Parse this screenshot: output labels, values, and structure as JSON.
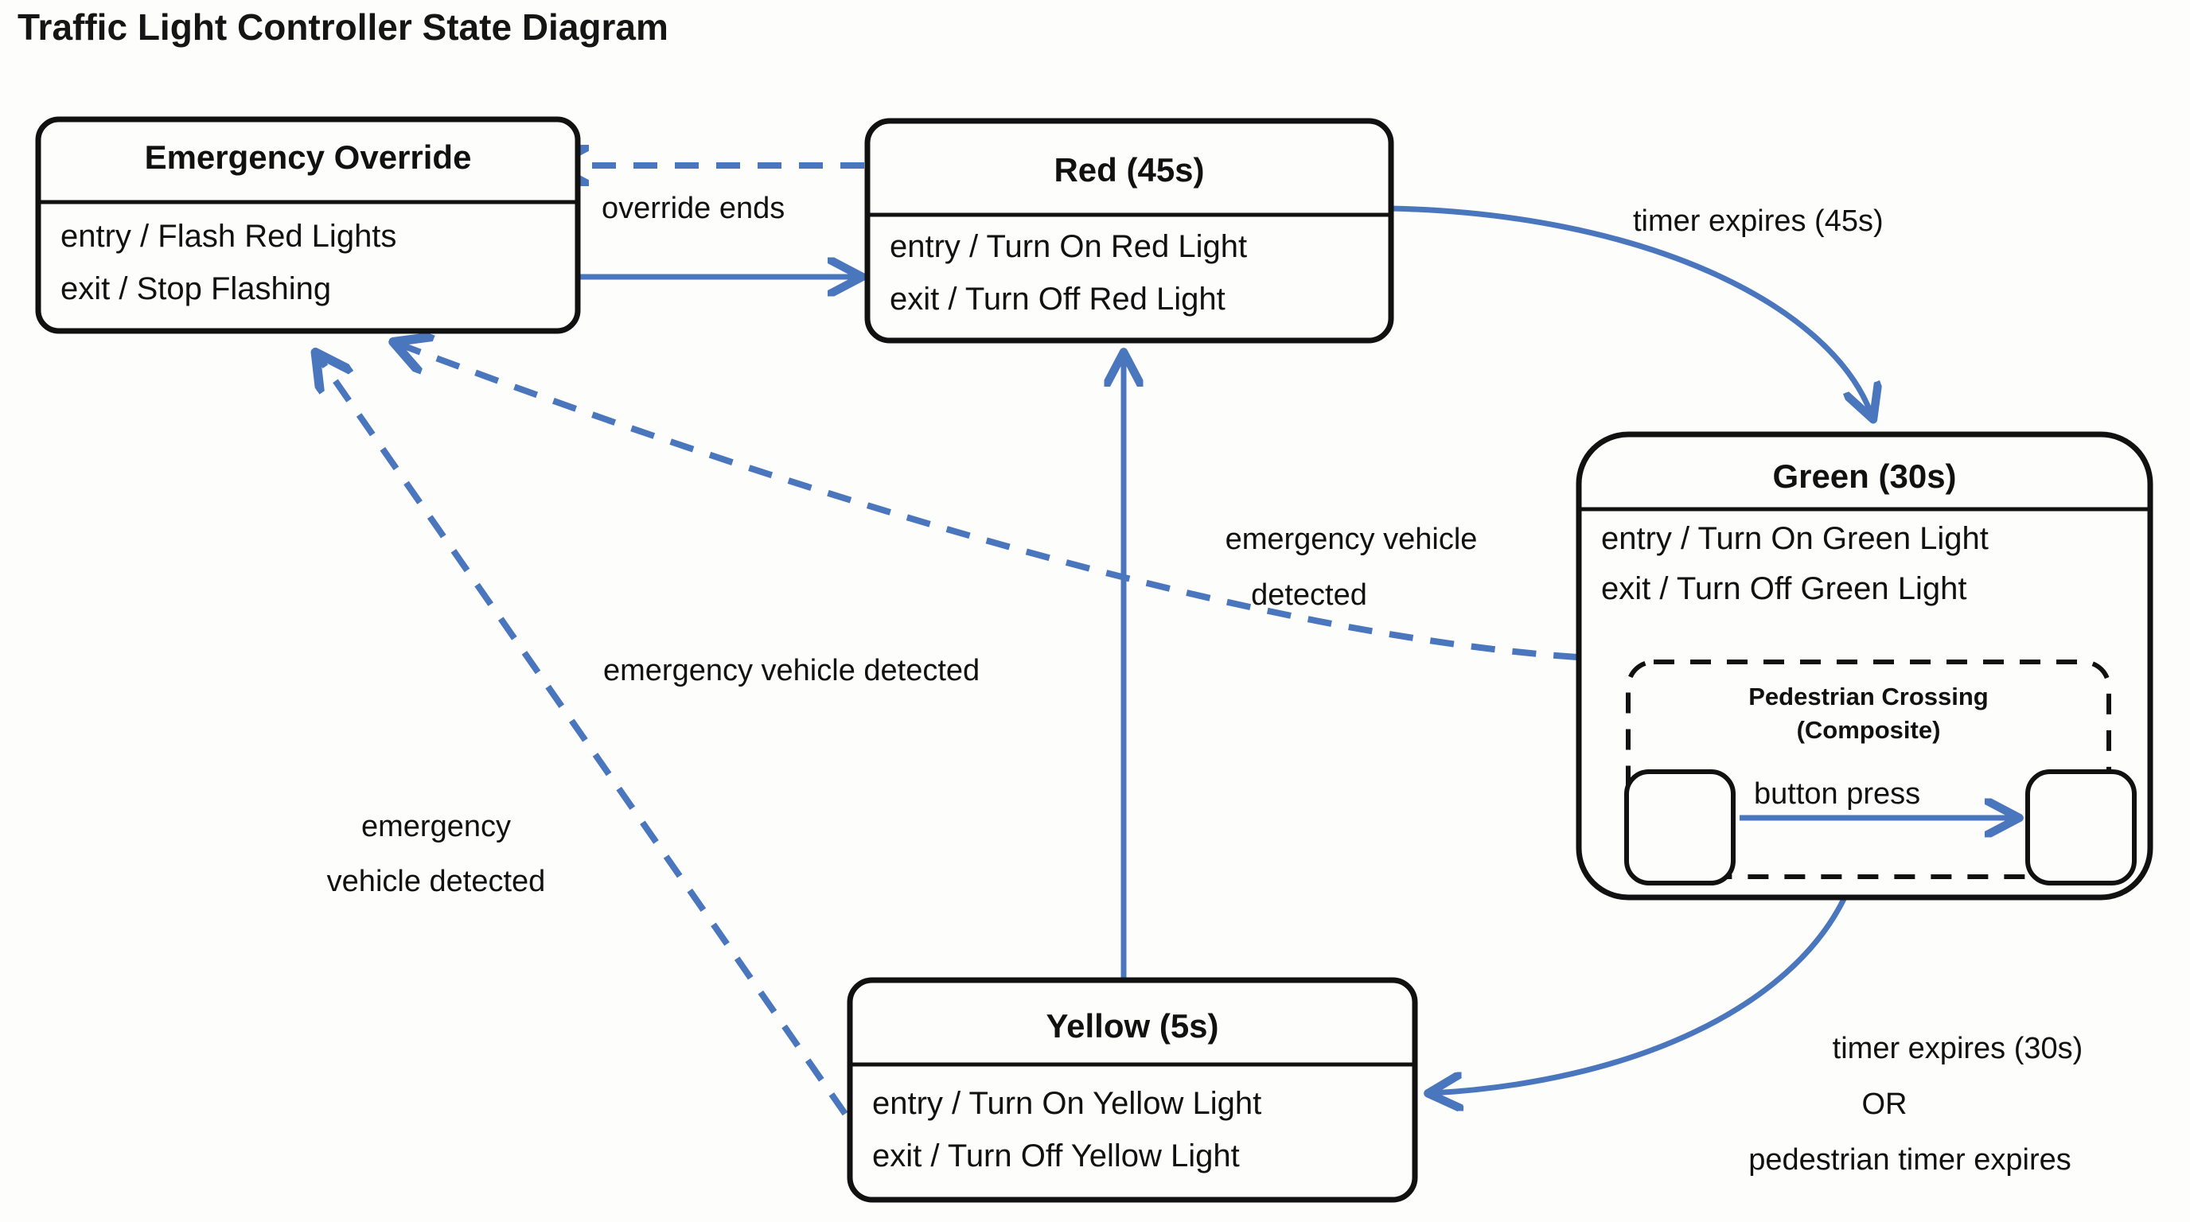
{
  "diagram": {
    "title": "Traffic Light Controller State Diagram",
    "type": "uml-state-machine",
    "colors": {
      "background": "#fdfdfb",
      "state_border": "#111111",
      "transition": "#4a76bd",
      "text": "#111111"
    }
  },
  "states": {
    "emergency_override": {
      "name": "Emergency Override",
      "entry": "entry / Flash Red Lights",
      "exit": "exit / Stop Flashing"
    },
    "red": {
      "name": "Red (45s)",
      "entry": "entry / Turn On Red Light",
      "exit": "exit / Turn Off Red Light"
    },
    "green": {
      "name": "Green (30s)",
      "entry": "entry / Turn On Green Light",
      "exit": "exit / Turn Off Green Light",
      "composite": {
        "title_line1": "Pedestrian Crossing",
        "title_line2": "(Composite)",
        "transition_label": "button press"
      }
    },
    "yellow": {
      "name": "Yellow (5s)",
      "entry": "entry / Turn On Yellow Light",
      "exit": "exit / Turn Off Yellow Light"
    }
  },
  "transitions": {
    "override_ends": "override ends",
    "timer_expires_45": "timer expires (45s)",
    "green_to_yellow_line1": "timer expires (30s)",
    "green_to_yellow_line2": "OR",
    "green_to_yellow_line3": "pedestrian timer expires",
    "green_emergency_line1": "emergency vehicle",
    "green_emergency_line2": "detected",
    "red_emergency": "emergency vehicle detected",
    "yellow_emergency_line1": "emergency",
    "yellow_emergency_line2": "vehicle detected"
  }
}
